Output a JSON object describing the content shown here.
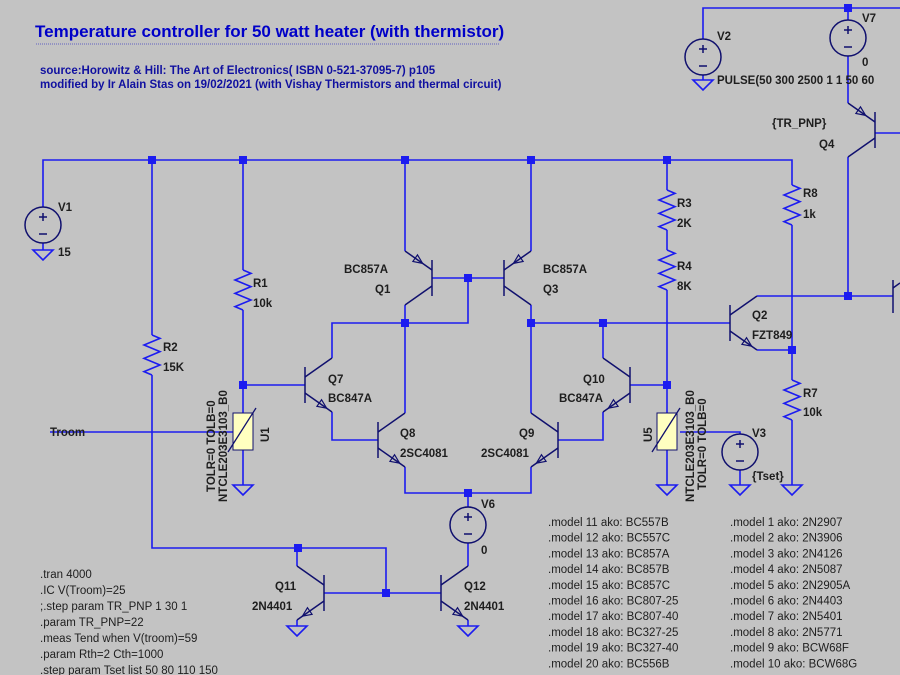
{
  "title": "Temperature controller for 50 watt heater (with thermistor)",
  "source_lines": [
    "source:Horowitz & Hill: The Art of Electronics( ISBN  0-521-37095-7) p105",
    "modified by Ir Alain Stas on 19/02/2021 (with Vishay Thermistors and thermal circuit)"
  ],
  "components": {
    "V1": {
      "name": "V1",
      "value": "15"
    },
    "V2": {
      "name": "V2",
      "value": "PULSE(50 300 2500 1 1 50 60"
    },
    "V3": {
      "name": "V3",
      "value": "{Tset}"
    },
    "V6": {
      "name": "V6",
      "value": "0"
    },
    "V7": {
      "name": "V7",
      "value": "0"
    },
    "R1": {
      "name": "R1",
      "value": "10k"
    },
    "R2": {
      "name": "R2",
      "value": "15K"
    },
    "R3": {
      "name": "R3",
      "value": "2K"
    },
    "R4": {
      "name": "R4",
      "value": "8K"
    },
    "R7": {
      "name": "R7",
      "value": "10k"
    },
    "R8": {
      "name": "R8",
      "value": "1k"
    },
    "Q1": {
      "name": "Q1",
      "value": "BC857A"
    },
    "Q2": {
      "name": "Q2",
      "value": "FZT849"
    },
    "Q3": {
      "name": "Q3",
      "value": "BC857A"
    },
    "Q4": {
      "name": "Q4",
      "value": "{TR_PNP}"
    },
    "Q7": {
      "name": "Q7",
      "value": "BC847A"
    },
    "Q8": {
      "name": "Q8",
      "value": "2SC4081"
    },
    "Q9": {
      "name": "Q9",
      "value": "2SC4081"
    },
    "Q10": {
      "name": "Q10",
      "value": "BC847A"
    },
    "Q11": {
      "name": "Q11",
      "value": "2N4401"
    },
    "Q12": {
      "name": "Q12",
      "value": "2N4401"
    },
    "U1": {
      "name": "U1",
      "value": "NTCLE203E3103_B0",
      "params": "TOLR=0 TOLB=0"
    },
    "U5": {
      "name": "U5",
      "value": "NTCLE203E3103_B0",
      "params": "TOLR=0 TOLB=0"
    }
  },
  "net_labels": {
    "troom": "Troom"
  },
  "directives": [
    ".tran 4000",
    ".IC V(Troom)=25",
    ";.step param TR_PNP 1 30 1",
    ".param TR_PNP=22",
    ".meas Tend when V(troom)=59",
    ".param Rth=2 Cth=1000",
    ".step param Tset list 50 80 110 150"
  ],
  "models_col1": [
    ".model 11 ako: BC557B",
    ".model 12 ako: BC557C",
    ".model 13 ako: BC857A",
    ".model 14 ako: BC857B",
    ".model 15 ako: BC857C",
    ".model 16 ako: BC807-25",
    ".model 17 ako: BC807-40",
    ".model 18 ako: BC327-25",
    ".model 19 ako: BC327-40",
    ".model 20 ako: BC556B"
  ],
  "models_col2": [
    ".model 1 ako: 2N2907",
    ".model 2 ako: 2N3906",
    ".model 3 ako: 2N4126",
    ".model 4 ako: 2N5087",
    ".model 5 ako: 2N2905A",
    ".model 6 ako: 2N4403",
    ".model 7 ako: 2N5401",
    ".model 8 ako: 2N5771",
    ".model 9 ako: BCW68F",
    ".model 10 ako: BCW68G"
  ],
  "colors": {
    "background": "#c3c3c3",
    "wire": "#1c1cf0",
    "title": "#0000c8",
    "thermistor_fill": "#ffffc0"
  }
}
